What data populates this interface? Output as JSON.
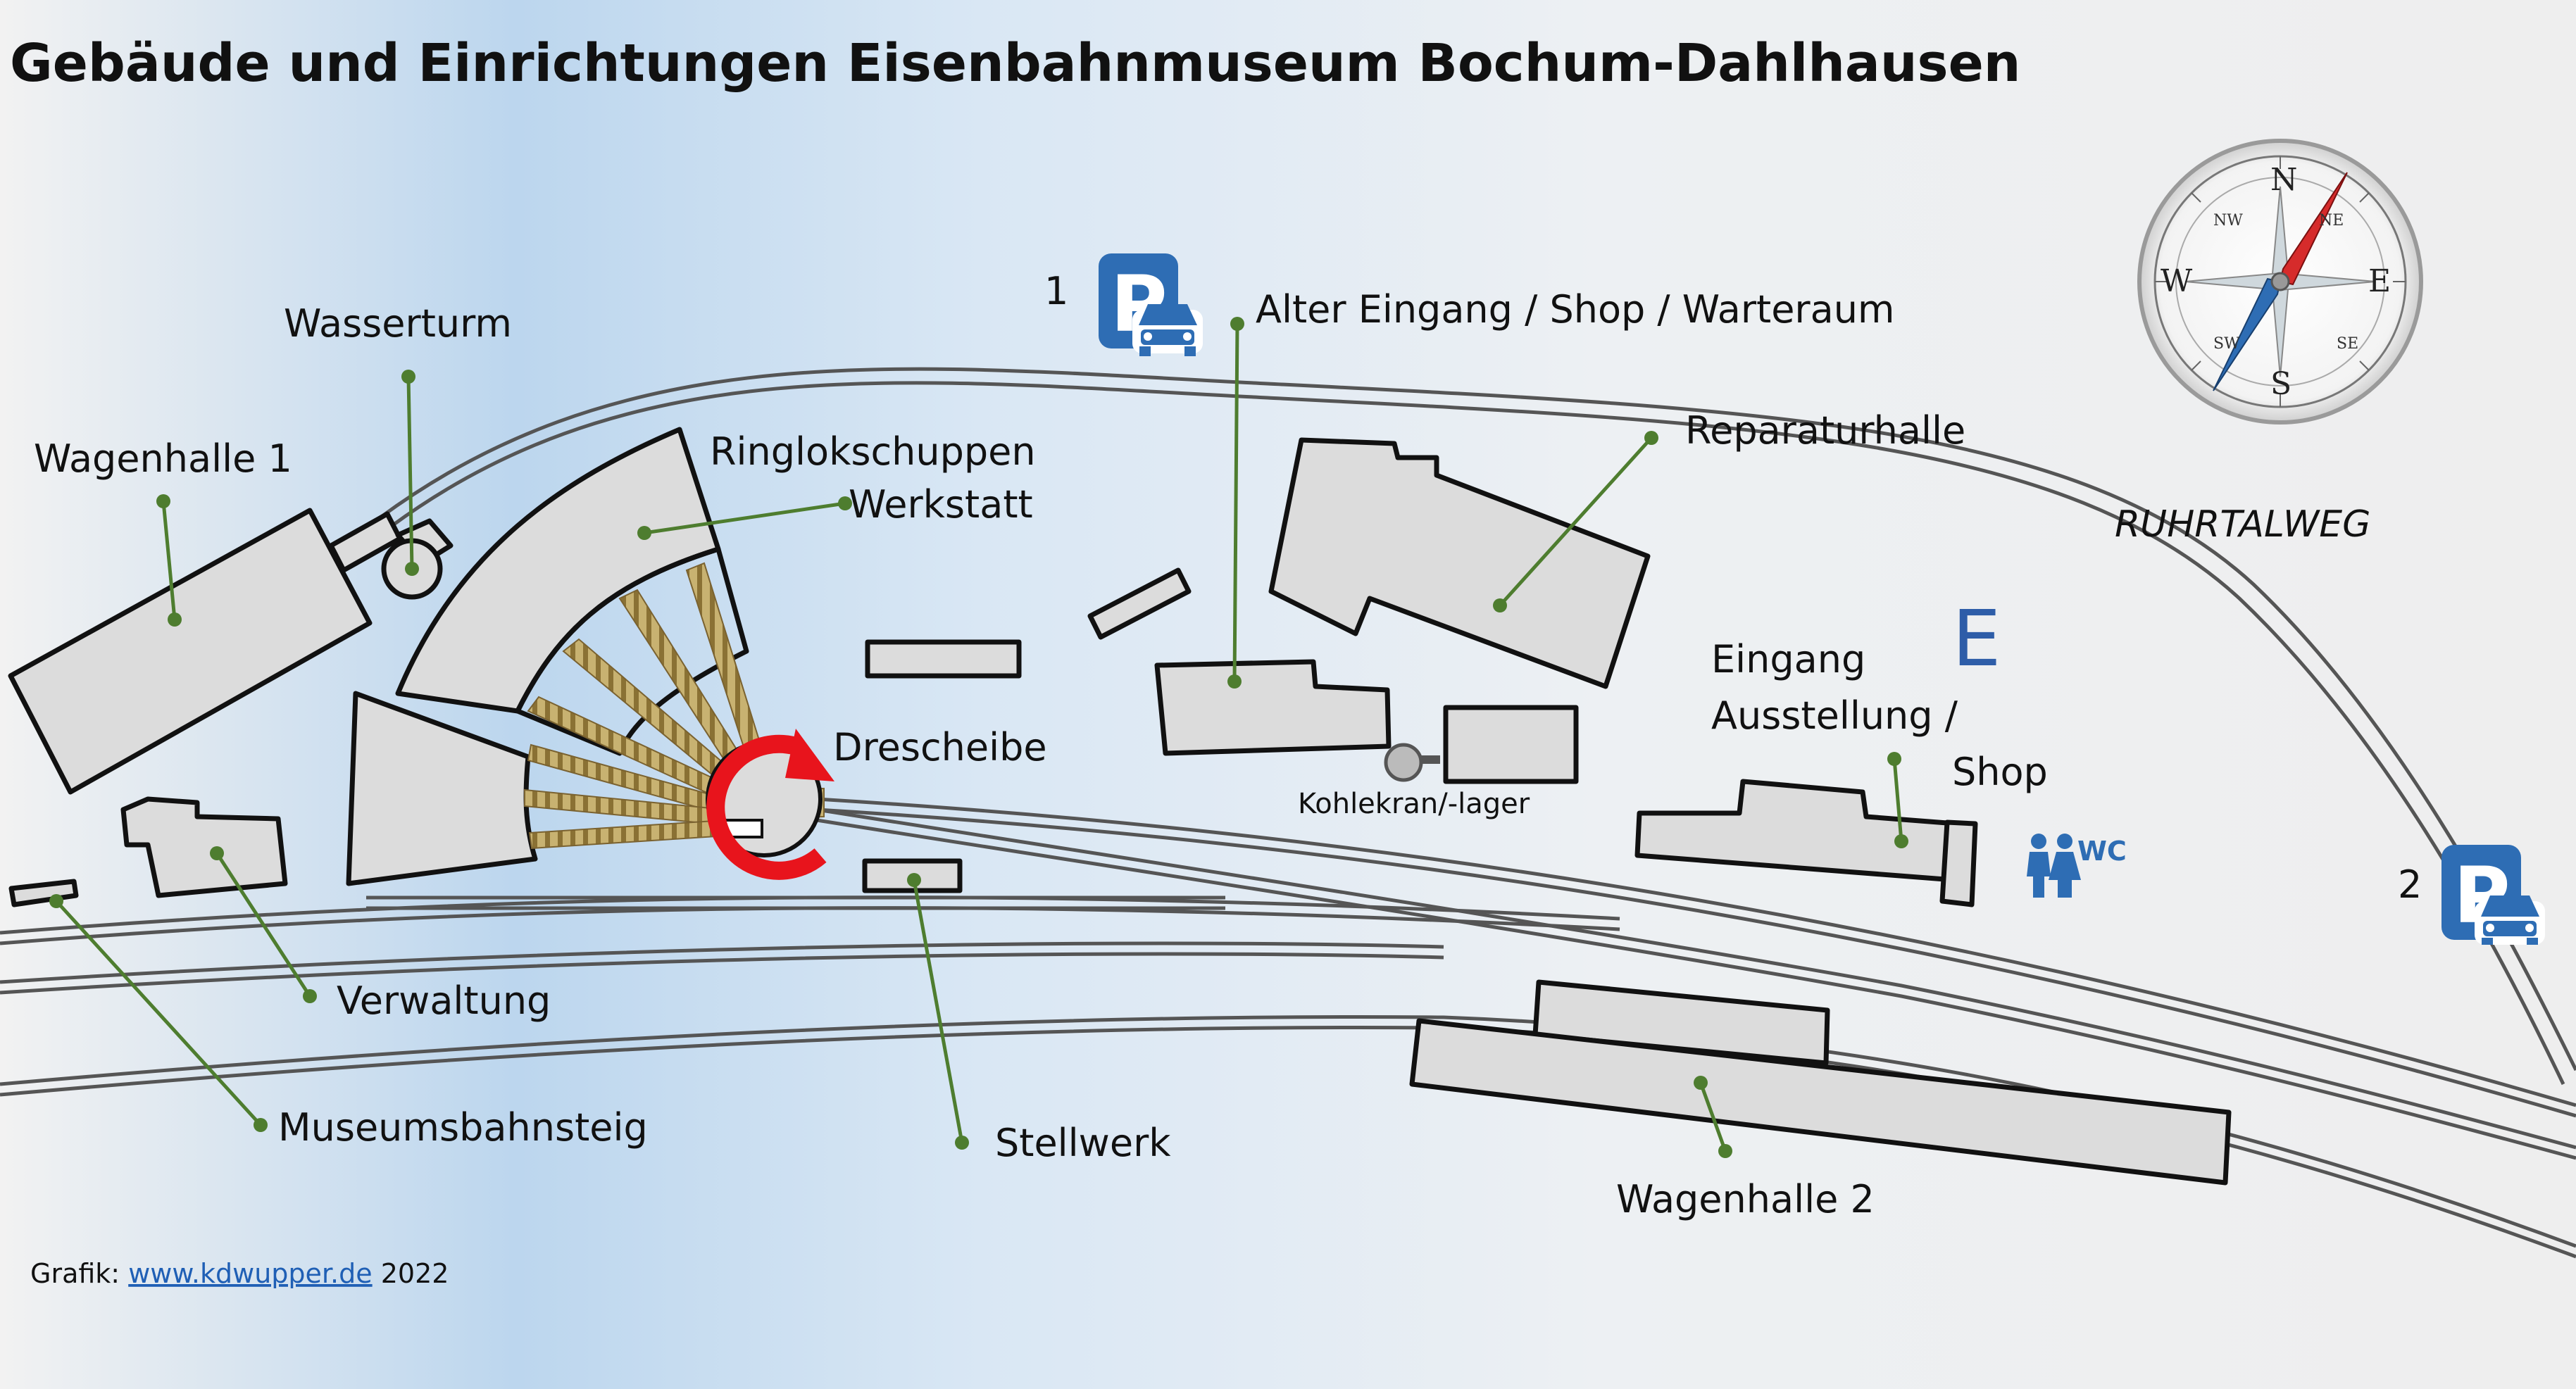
{
  "title": "Gebäude und Einrichtungen Eisenbahnmuseum Bochum-Dahlhausen",
  "labels": {
    "wasserturm": "Wasserturm",
    "wagenhalle1": "Wagenhalle 1",
    "ringlok": "Ringlokschuppen",
    "werkstatt": "Werkstatt",
    "alter_eingang": "Alter Eingang / Shop / Warteraum",
    "reparaturhalle": "Reparaturhalle",
    "ruhrtalweg": "RUHRTALWEG",
    "eingang_1": "Eingang",
    "eingang_2": "Ausstellung /",
    "eingang_3": "Shop",
    "drescheibe": "Drescheibe",
    "kohlekran": "Kohlekran/-lager",
    "verwaltung": "Verwaltung",
    "museumsbahnsteig": "Museumsbahnsteig",
    "stellwerk": "Stellwerk",
    "wagenhalle2": "Wagenhalle 2"
  },
  "parking": [
    {
      "number": "1",
      "symbol": "P"
    },
    {
      "number": "2",
      "symbol": "P"
    }
  ],
  "entrance_marker": "E",
  "wc_label": "WC",
  "compass": {
    "n": "N",
    "s": "S",
    "e": "E",
    "w": "W",
    "ne": "NE",
    "nw": "NW",
    "se": "SE",
    "sw": "SW"
  },
  "credit": {
    "prefix": "Grafik: ",
    "link": "www.kdwupper.de",
    "year": " 2022"
  },
  "colors": {
    "building": "#dcdcdc",
    "leader": "#4e7d2f",
    "parking": "#2e6db4",
    "turntable_arrow": "#e8141c",
    "track_ties": "#a0884a"
  }
}
